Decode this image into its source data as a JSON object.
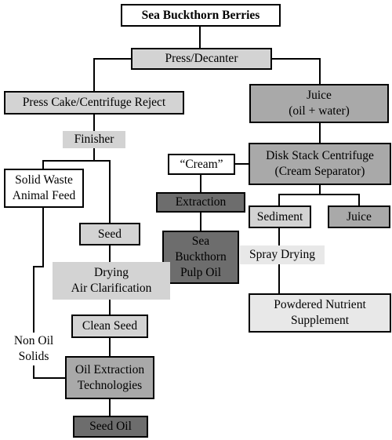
{
  "diagram": {
    "nodes": {
      "sea_buckthorn_berries": "Sea Buckthorn Berries",
      "press_decanter": "Press/Decanter",
      "press_cake": "Press Cake/Centrifuge Reject",
      "juice_oil_water": "Juice\n(oil + water)",
      "finisher": "Finisher",
      "solid_waste": "Solid Waste\nAnimal Feed",
      "cream": "“Cream”",
      "disk_stack": "Disk Stack Centrifuge\n(Cream Separator)",
      "extraction": "Extraction",
      "sediment": "Sediment",
      "juice": "Juice",
      "seed": "Seed",
      "pulp_oil": "Sea\nBuckthorn\nPulp Oil",
      "spray_drying": "Spray Drying",
      "drying": "Drying\nAir Clarification",
      "powdered": "Powdered Nutrient\nSupplement",
      "clean_seed": "Clean Seed",
      "non_oil_solids": "Non Oil\nSolids",
      "oil_extraction": "Oil Extraction\nTechnologies",
      "seed_oil": "Seed Oil"
    }
  }
}
